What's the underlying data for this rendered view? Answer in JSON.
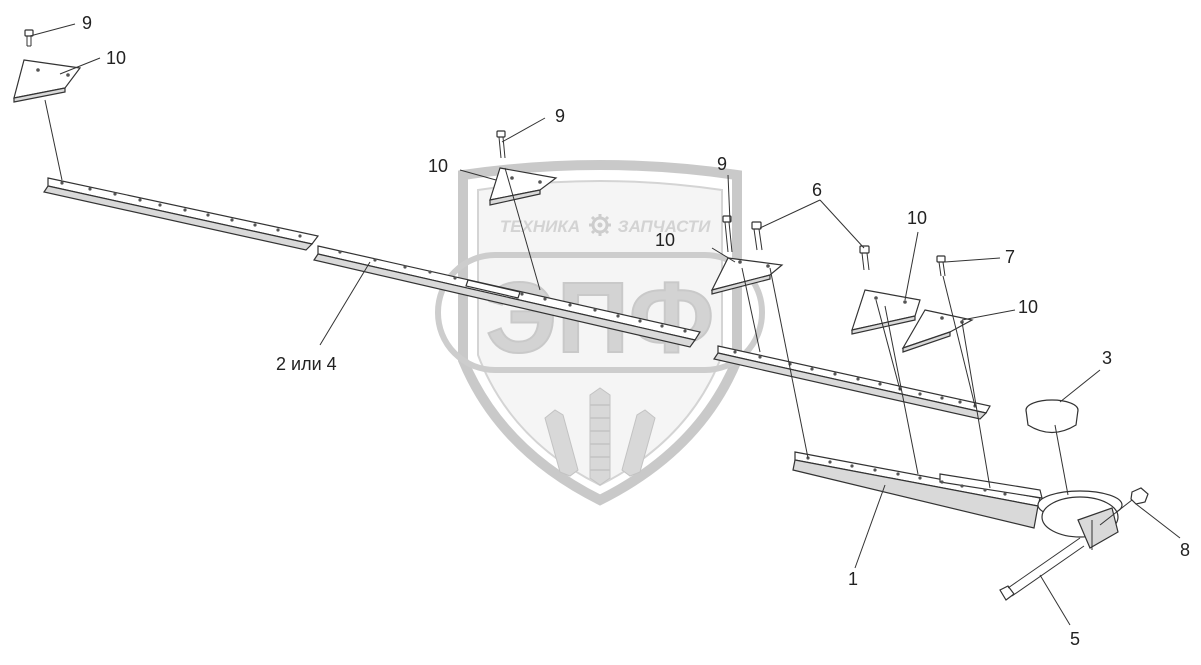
{
  "watermark": {
    "top_text_left": "ТЕХНИКА",
    "top_text_right": "ЗАПЧАСТИ",
    "logo_text": "ЭПФ",
    "colors": {
      "fill": "#cfcfcf",
      "stroke": "#c4c4c4"
    }
  },
  "callouts": [
    {
      "id": "9a",
      "label": "9"
    },
    {
      "id": "10a",
      "label": "10"
    },
    {
      "id": "9b",
      "label": "9"
    },
    {
      "id": "10b",
      "label": "10"
    },
    {
      "id": "9c",
      "label": "9"
    },
    {
      "id": "10c",
      "label": "10"
    },
    {
      "id": "6",
      "label": "6"
    },
    {
      "id": "10d",
      "label": "10"
    },
    {
      "id": "7",
      "label": "7"
    },
    {
      "id": "10e",
      "label": "10"
    },
    {
      "id": "2or4",
      "label": "2 или 4"
    },
    {
      "id": "3",
      "label": "3"
    },
    {
      "id": "1",
      "label": "1"
    },
    {
      "id": "8",
      "label": "8"
    },
    {
      "id": "5",
      "label": "5"
    }
  ]
}
